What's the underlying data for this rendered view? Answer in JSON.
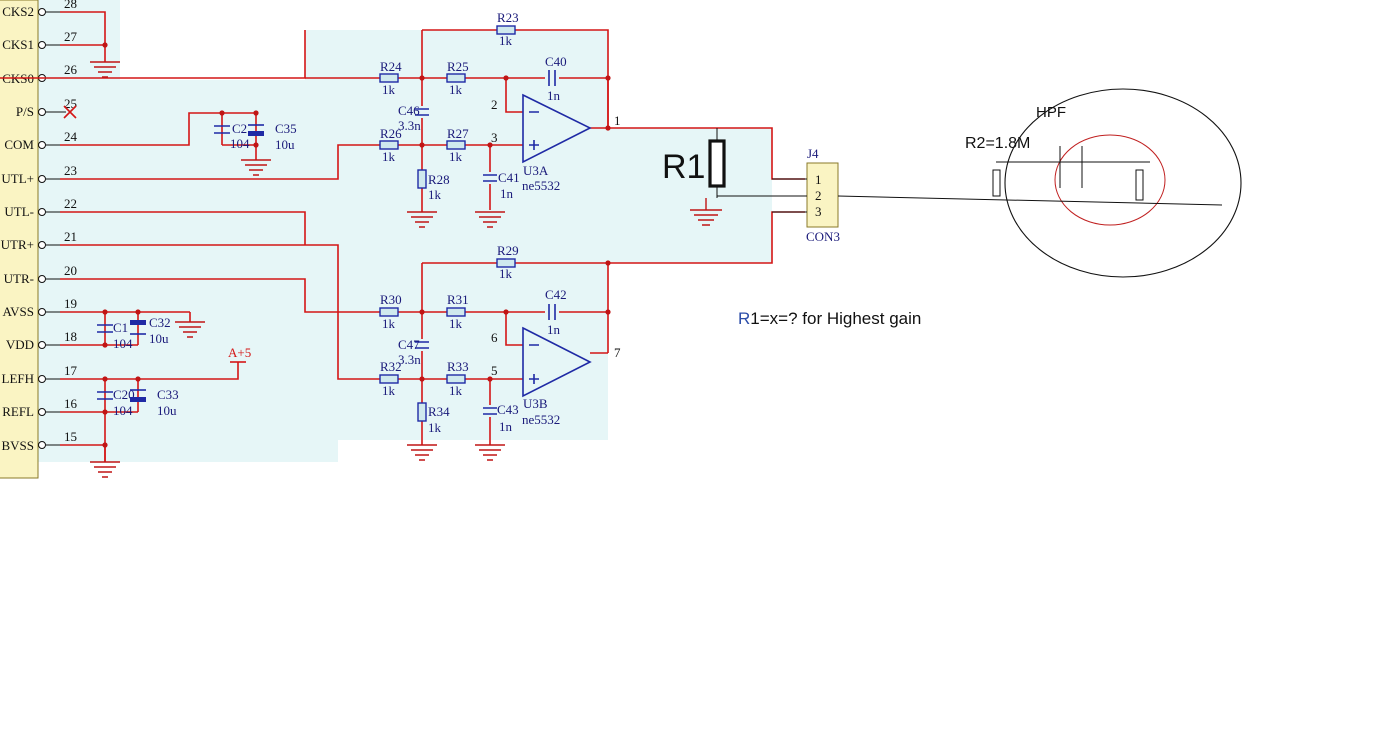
{
  "ic_pins": [
    {
      "name": "CKS2",
      "num": "28"
    },
    {
      "name": "CKS1",
      "num": "27"
    },
    {
      "name": "CKS0",
      "num": "26"
    },
    {
      "name": "P/S",
      "num": "25"
    },
    {
      "name": "COM",
      "num": "24"
    },
    {
      "name": "UTL+",
      "num": "23"
    },
    {
      "name": "UTL-",
      "num": "22"
    },
    {
      "name": "UTR+",
      "num": "21"
    },
    {
      "name": "UTR-",
      "num": "20"
    },
    {
      "name": "AVSS",
      "num": "19"
    },
    {
      "name": "VDD",
      "num": "18"
    },
    {
      "name": "LEFH",
      "num": "17"
    },
    {
      "name": "REFL",
      "num": "16"
    },
    {
      "name": "BVSS",
      "num": "15"
    }
  ],
  "components": {
    "c2": {
      "ref": "C2",
      "val": "104"
    },
    "c35": {
      "ref": "C35",
      "val": "10u"
    },
    "c1": {
      "ref": "C1",
      "val": "104"
    },
    "c32": {
      "ref": "C32",
      "val": "10u"
    },
    "c20": {
      "ref": "C20",
      "val": "104"
    },
    "c33": {
      "ref": "C33",
      "val": "10u"
    },
    "power": "A+5",
    "r23": {
      "ref": "R23",
      "val": "1k"
    },
    "r24": {
      "ref": "R24",
      "val": "1k"
    },
    "r25": {
      "ref": "R25",
      "val": "1k"
    },
    "c40": {
      "ref": "C40",
      "val": "1n"
    },
    "c46": {
      "ref": "C46",
      "val": "3.3n"
    },
    "r26": {
      "ref": "R26",
      "val": "1k"
    },
    "r27": {
      "ref": "R27",
      "val": "1k"
    },
    "r28": {
      "ref": "R28",
      "val": "1k"
    },
    "c41": {
      "ref": "C41",
      "val": "1n"
    },
    "u3a": {
      "ref": "U3A",
      "val": "ne5532",
      "in_minus": "2",
      "in_plus": "3",
      "out": "1"
    },
    "r29": {
      "ref": "R29",
      "val": "1k"
    },
    "r30": {
      "ref": "R30",
      "val": "1k"
    },
    "r31": {
      "ref": "R31",
      "val": "1k"
    },
    "c42": {
      "ref": "C42",
      "val": "1n"
    },
    "c47": {
      "ref": "C47",
      "val": "3.3n"
    },
    "r32": {
      "ref": "R32",
      "val": "1k"
    },
    "r33": {
      "ref": "R33",
      "val": "1k"
    },
    "r34": {
      "ref": "R34",
      "val": "1k"
    },
    "c43": {
      "ref": "C43",
      "val": "1n"
    },
    "u3b": {
      "ref": "U3B",
      "val": "ne5532",
      "in_minus": "6",
      "in_plus": "5",
      "out": "7"
    },
    "j4": {
      "ref": "J4",
      "val": "CON3",
      "pins": [
        "1",
        "2",
        "3"
      ]
    }
  },
  "annotations": {
    "r1": "R1",
    "r2": "R2=1.8M",
    "hpf": "HPF",
    "question_r": "R",
    "question_rest": "1=x=? for Highest gain"
  },
  "colors": {
    "wire": "#d41616",
    "component": "#1f2aa5",
    "area_fill": "#e6f6f7",
    "ic_fill": "#faf4c3"
  }
}
